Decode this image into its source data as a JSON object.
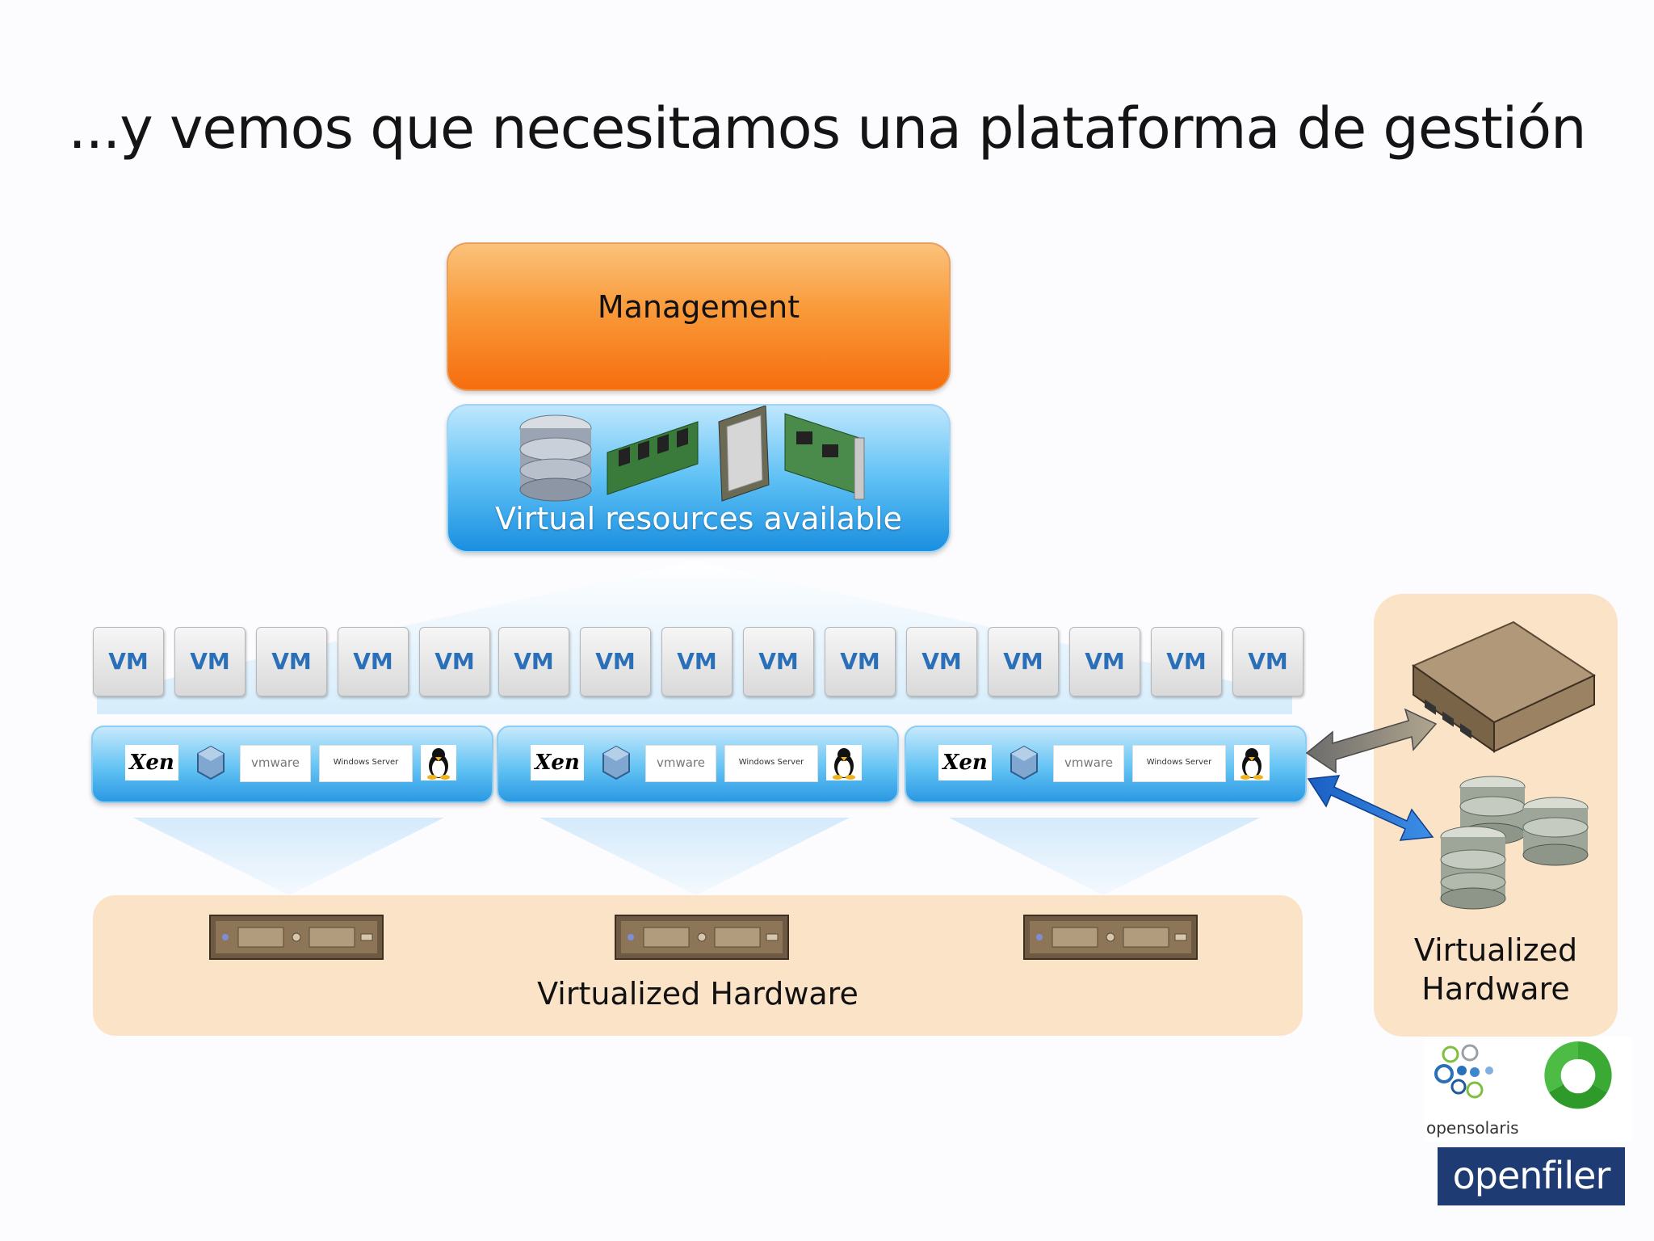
{
  "slide": {
    "title": "...y vemos que necesitamos una plataforma de gestión"
  },
  "management": {
    "label": "Management"
  },
  "resources": {
    "label": "Virtual resources available",
    "icons": [
      "database-icon",
      "memory-module-icon",
      "cpu-chip-icon",
      "expansion-card-icon"
    ]
  },
  "vms": {
    "label": "VM",
    "count": 15
  },
  "hypervisors": {
    "hosts": [
      {
        "logos": [
          "Xen",
          "virtualbox",
          "vmware",
          "Windows Server",
          "tux"
        ]
      },
      {
        "logos": [
          "Xen",
          "virtualbox",
          "vmware",
          "Windows Server",
          "tux"
        ]
      },
      {
        "logos": [
          "Xen",
          "virtualbox",
          "vmware",
          "Windows Server",
          "tux"
        ]
      }
    ],
    "xen_text": "Xen",
    "vmware_text": "vmware",
    "winserver_text": "Windows Server"
  },
  "hardware": {
    "label": "Virtualized Hardware",
    "servers": 3
  },
  "storage": {
    "label_line1": "Virtualized",
    "label_line2": "Hardware",
    "icons": [
      "network-switch-icon",
      "storage-cluster-icon"
    ]
  },
  "logos": {
    "opensolaris": "opensolaris",
    "openfiler": "openfiler"
  },
  "colors": {
    "management_orange": "#f67a18",
    "resources_blue": "#2a98e2",
    "hardware_tan": "#fbe3c8",
    "vm_text_blue": "#2a6fb8",
    "arrow_gray": "#7a7a7a",
    "arrow_blue": "#1f6fd0",
    "openfiler_navy": "#1e3c73",
    "opensolaris_green": "#3aaa35"
  }
}
